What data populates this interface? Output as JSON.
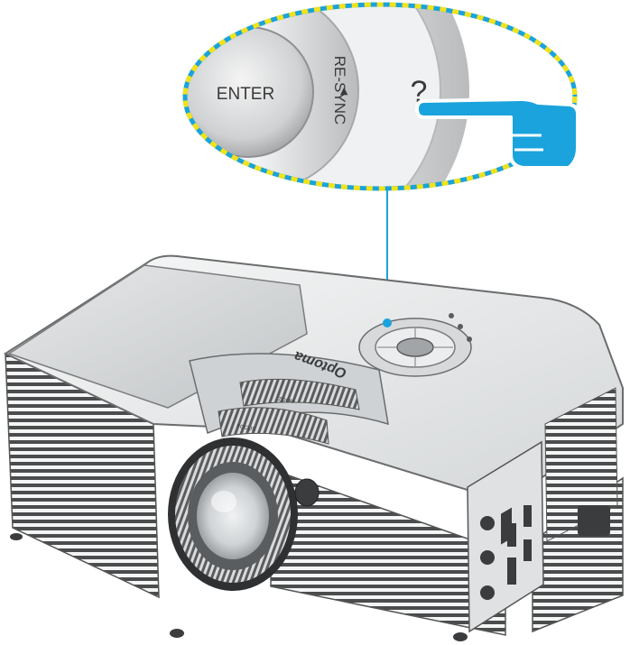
{
  "callout": {
    "enter_label": "ENTER",
    "resync_label": "RE-SYNC",
    "resync_arrow": "▶",
    "help_symbol": "?"
  },
  "projector": {
    "brand_logo": "Optoma",
    "zoom_label": "ZOOM",
    "focus_label": "FOCUS"
  },
  "colors": {
    "callout_border_yellow": "#f2e21a",
    "callout_border_blue": "#1aa3dc",
    "leader_line": "#1aa3dc",
    "hand": "#1aa3dc",
    "body_light": "#eceeef",
    "body_dark": "#3a3c3e"
  },
  "icons": [
    "pointing-hand-icon",
    "help-icon"
  ]
}
